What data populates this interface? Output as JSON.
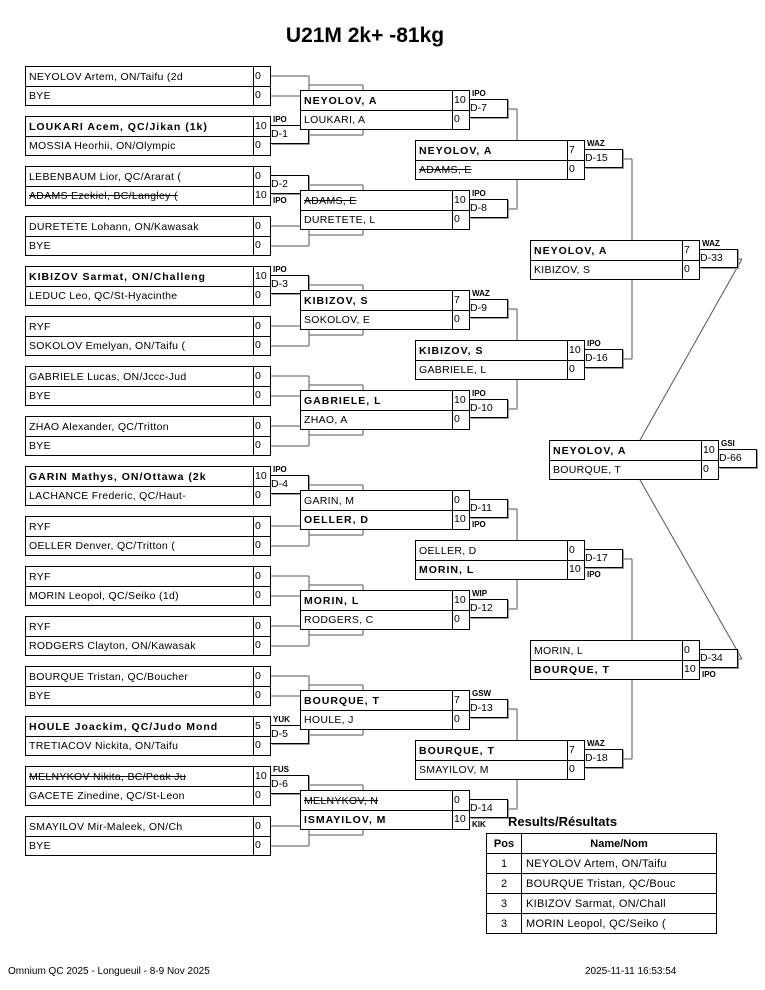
{
  "title": "U21M 2k+ -81kg",
  "rounds": [
    [
      {
        "p": [
          {
            "name": "NEYOLOV Artem, ON/Taifu (2d",
            "score": "0"
          },
          {
            "name": "BYE",
            "score": "0"
          }
        ]
      },
      {
        "p": [
          {
            "name": "LOUKARI Acem, QC/Jikan (1k)",
            "score": "10",
            "bold": true
          },
          {
            "name": "MOSSIA Heorhii, ON/Olympic",
            "score": "0"
          }
        ],
        "tag": "D-1",
        "code": "IPO",
        "winner": 0
      },
      {
        "p": [
          {
            "name": "LEBENBAUM Lior, QC/Ararat (",
            "score": "0"
          },
          {
            "name": "ADAMS Ezekiel, BC/Langley (",
            "score": "10",
            "struck": true
          }
        ],
        "tag": "D-2",
        "code": "IPO",
        "winner": 1
      },
      {
        "p": [
          {
            "name": "DURETETE Lohann, ON/Kawasak",
            "score": "0"
          },
          {
            "name": "BYE",
            "score": "0"
          }
        ]
      },
      {
        "p": [
          {
            "name": "KIBIZOV Sarmat, ON/Challeng",
            "score": "10",
            "bold": true
          },
          {
            "name": "LEDUC Leo, QC/St-Hyacinthe",
            "score": "0"
          }
        ],
        "tag": "D-3",
        "code": "IPO",
        "winner": 0
      },
      {
        "p": [
          {
            "name": "RYF",
            "score": "0"
          },
          {
            "name": "SOKOLOV Emelyan, ON/Taifu (",
            "score": "0"
          }
        ]
      },
      {
        "p": [
          {
            "name": "GABRIELE Lucas, ON/Jccc-Jud",
            "score": "0"
          },
          {
            "name": "BYE",
            "score": "0"
          }
        ]
      },
      {
        "p": [
          {
            "name": "ZHAO Alexander, QC/Tritton",
            "score": "0"
          },
          {
            "name": "BYE",
            "score": "0"
          }
        ]
      },
      {
        "p": [
          {
            "name": "GARIN Mathys, ON/Ottawa (2k",
            "score": "10",
            "bold": true
          },
          {
            "name": "LACHANCE Frederic, QC/Haut-",
            "score": "0"
          }
        ],
        "tag": "D-4",
        "code": "IPO",
        "winner": 0
      },
      {
        "p": [
          {
            "name": "RYF",
            "score": "0"
          },
          {
            "name": "OELLER Denver, QC/Tritton (",
            "score": "0"
          }
        ]
      },
      {
        "p": [
          {
            "name": "RYF",
            "score": "0"
          },
          {
            "name": "MORIN Leopol, QC/Seiko (1d)",
            "score": "0"
          }
        ]
      },
      {
        "p": [
          {
            "name": "RYF",
            "score": "0"
          },
          {
            "name": "RODGERS Clayton, ON/Kawasak",
            "score": "0"
          }
        ]
      },
      {
        "p": [
          {
            "name": "BOURQUE Tristan, QC/Boucher",
            "score": "0"
          },
          {
            "name": "BYE",
            "score": "0"
          }
        ]
      },
      {
        "p": [
          {
            "name": "HOULE Joackim, QC/Judo Mond",
            "score": "5",
            "bold": true
          },
          {
            "name": "TRETIACOV Nickita, ON/Taifu",
            "score": "0"
          }
        ],
        "tag": "D-5",
        "code": "YUK",
        "winner": 0
      },
      {
        "p": [
          {
            "name": "MELNYKOV Nikita, BC/Peak Ju",
            "score": "10",
            "struck": true
          },
          {
            "name": "GACETE Zinedine, QC/St-Leon",
            "score": "0"
          }
        ],
        "tag": "D-6",
        "code": "FUS",
        "winner": 0
      },
      {
        "p": [
          {
            "name": " SMAYILOV Mir-Maleek, ON/Ch",
            "score": "0"
          },
          {
            "name": "BYE",
            "score": "0"
          }
        ]
      }
    ],
    [
      {
        "p": [
          {
            "name": "NEYOLOV, A",
            "score": "10",
            "bold": true
          },
          {
            "name": "LOUKARI, A",
            "score": "0"
          }
        ],
        "tag": "D-7",
        "code": "IPO",
        "winner": 0
      },
      {
        "p": [
          {
            "name": "ADAMS, E",
            "score": "10",
            "struck": true
          },
          {
            "name": "DURETETE, L",
            "score": "0"
          }
        ],
        "tag": "D-8",
        "code": "IPO",
        "winner": 0
      },
      {
        "p": [
          {
            "name": "KIBIZOV, S",
            "score": "7",
            "bold": true
          },
          {
            "name": "SOKOLOV, E",
            "score": "0"
          }
        ],
        "tag": "D-9",
        "code": "WAZ",
        "winner": 0
      },
      {
        "p": [
          {
            "name": "GABRIELE, L",
            "score": "10",
            "bold": true
          },
          {
            "name": "ZHAO, A",
            "score": "0"
          }
        ],
        "tag": "D-10",
        "code": "IPO",
        "winner": 0
      },
      {
        "p": [
          {
            "name": "GARIN, M",
            "score": "0"
          },
          {
            "name": "OELLER, D",
            "score": "10",
            "bold": true
          }
        ],
        "tag": "D-11",
        "code": "IPO",
        "winner": 1
      },
      {
        "p": [
          {
            "name": "MORIN, L",
            "score": "10",
            "bold": true
          },
          {
            "name": "RODGERS, C",
            "score": "0"
          }
        ],
        "tag": "D-12",
        "code": "WIP",
        "winner": 0
      },
      {
        "p": [
          {
            "name": "BOURQUE, T",
            "score": "7",
            "bold": true
          },
          {
            "name": "HOULE, J",
            "score": "0"
          }
        ],
        "tag": "D-13",
        "code": "GSW",
        "winner": 0
      },
      {
        "p": [
          {
            "name": "MELNYKOV, N",
            "score": "0",
            "struck": true
          },
          {
            "name": "ISMAYILOV, M",
            "score": "10",
            "bold": true
          }
        ],
        "tag": "D-14",
        "code": "KIK",
        "winner": 1
      }
    ],
    [
      {
        "p": [
          {
            "name": "NEYOLOV, A",
            "score": "7",
            "bold": true
          },
          {
            "name": "ADAMS, E",
            "score": "0",
            "struck": true
          }
        ],
        "tag": "D-15",
        "code": "WAZ",
        "winner": 0
      },
      {
        "p": [
          {
            "name": "KIBIZOV, S",
            "score": "10",
            "bold": true
          },
          {
            "name": "GABRIELE, L",
            "score": "0"
          }
        ],
        "tag": "D-16",
        "code": "IPO",
        "winner": 0
      },
      {
        "p": [
          {
            "name": "OELLER, D",
            "score": "0"
          },
          {
            "name": "MORIN, L",
            "score": "10",
            "bold": true
          }
        ],
        "tag": "D-17",
        "code": "IPO",
        "winner": 1
      },
      {
        "p": [
          {
            "name": "BOURQUE, T",
            "score": "7",
            "bold": true
          },
          {
            "name": " SMAYILOV, M",
            "score": "0"
          }
        ],
        "tag": "D-18",
        "code": "WAZ",
        "winner": 0
      }
    ],
    [
      {
        "p": [
          {
            "name": "NEYOLOV, A",
            "score": "7",
            "bold": true
          },
          {
            "name": "KIBIZOV, S",
            "score": "0"
          }
        ],
        "tag": "D-33",
        "code": "WAZ",
        "winner": 0
      },
      {
        "p": [
          {
            "name": "MORIN, L",
            "score": "0"
          },
          {
            "name": "BOURQUE, T",
            "score": "10",
            "bold": true
          }
        ],
        "tag": "D-34",
        "code": "IPO",
        "winner": 1
      }
    ],
    [
      {
        "p": [
          {
            "name": "NEYOLOV, A",
            "score": "10",
            "bold": true
          },
          {
            "name": "BOURQUE, T",
            "score": "0"
          }
        ],
        "tag": "D-66",
        "code": "GSI",
        "winner": 0
      }
    ]
  ],
  "results": {
    "title": "Results/Résultats",
    "headers": {
      "pos": "Pos",
      "name": "Name/Nom"
    },
    "rows": [
      {
        "pos": "1",
        "name": "NEYOLOV Artem, ON/Taifu"
      },
      {
        "pos": "2",
        "name": "BOURQUE Tristan, QC/Bouc"
      },
      {
        "pos": "3",
        "name": "KIBIZOV Sarmat, ON/Chall"
      },
      {
        "pos": "3",
        "name": "MORIN Leopol, QC/Seiko ("
      }
    ]
  },
  "footer": {
    "event": "Omnium QC 2025 - Longueuil - 8-9 Nov 2025",
    "timestamp": "2025-11-11 16:53:54"
  }
}
